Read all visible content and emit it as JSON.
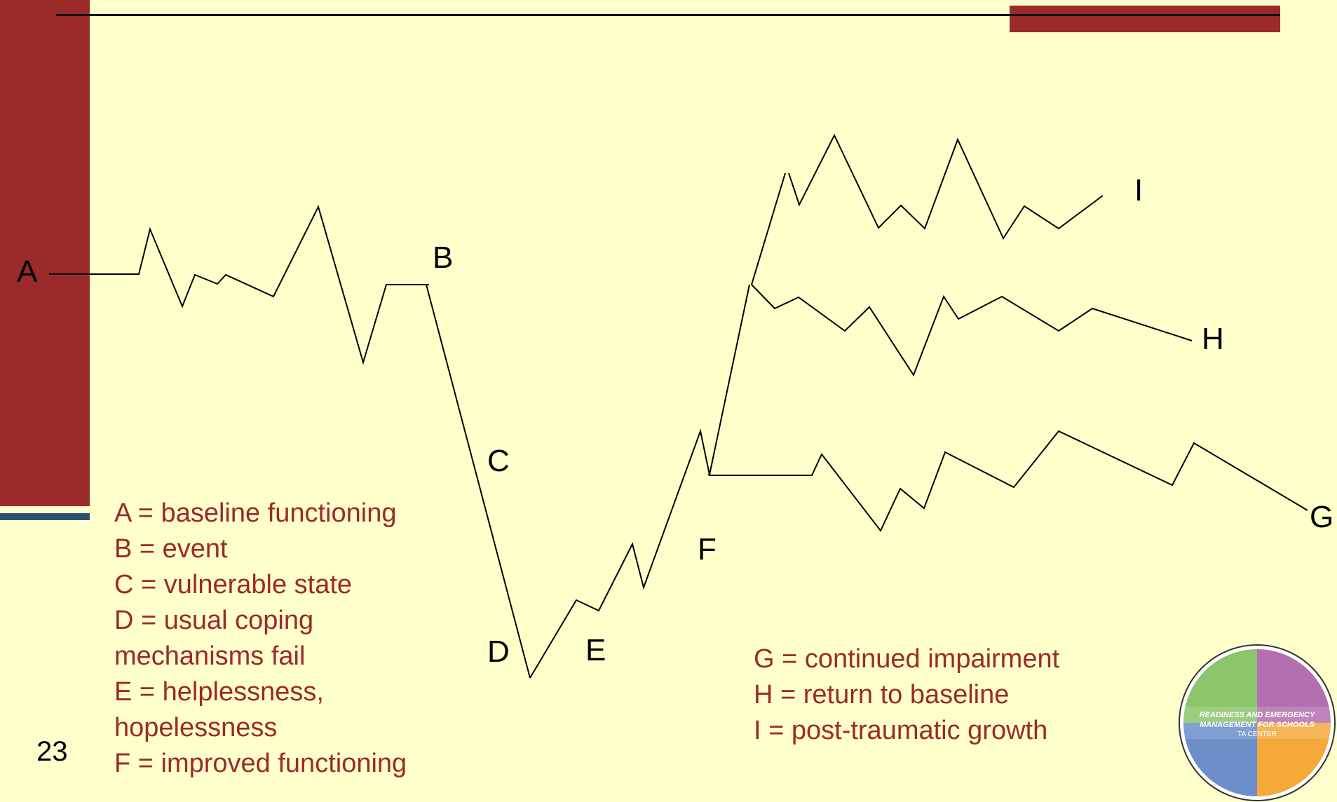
{
  "slide_number": "23",
  "points": {
    "A": "A",
    "B": "B",
    "C": "C",
    "D": "D",
    "E": "E",
    "F": "F",
    "G": "G",
    "H": "H",
    "I": "I"
  },
  "legend_left": [
    "A = baseline functioning",
    "B = event",
    "C = vulnerable state",
    "D = usual coping",
    "mechanisms fail",
    "E = helplessness,",
    "hopelessness",
    "F = improved functioning"
  ],
  "legend_right": [
    "G = continued impairment",
    "H = return to baseline",
    "I =  post-traumatic growth"
  ],
  "logo": {
    "line1": "READINESS AND EMERGENCY",
    "line2": "MANAGEMENT FOR SCHOOLS",
    "line3": "TA CENTER"
  },
  "colors": {
    "background": "#ffffcc",
    "accent": "#9b2a2a",
    "stripe": "#2f4f6f",
    "line": "#000000",
    "logo_green": "#8cc56b",
    "logo_purple": "#b46fb0",
    "logo_blue": "#6c8fc9",
    "logo_orange": "#f5a93a"
  }
}
